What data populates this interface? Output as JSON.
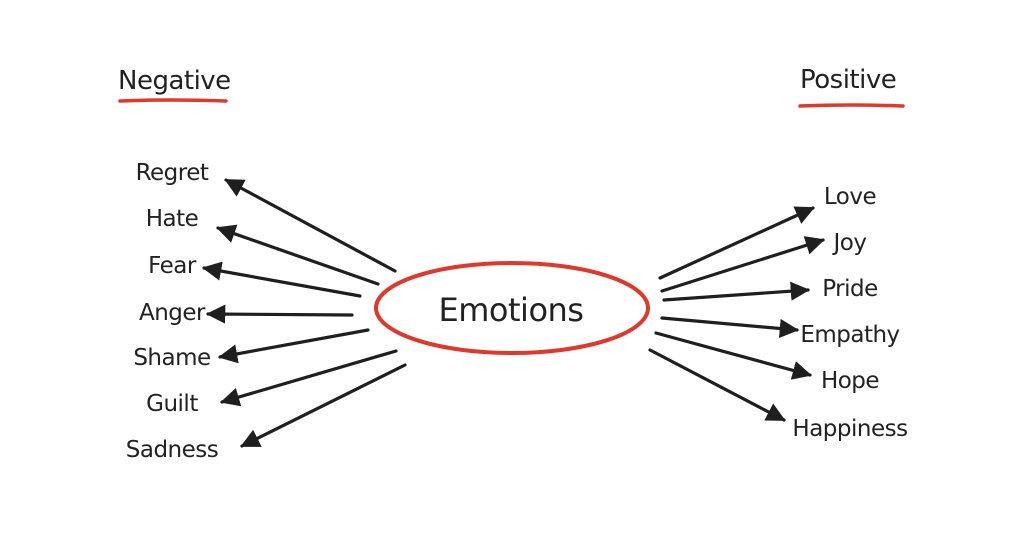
{
  "center": {
    "label": "Emotions"
  },
  "negative": {
    "heading": "Negative",
    "items": [
      "Regret",
      "Hate",
      "Fear",
      "Anger",
      "Shame",
      "Guilt",
      "Sadness"
    ]
  },
  "positive": {
    "heading": "Positive",
    "items": [
      "Love",
      "Joy",
      "Pride",
      "Empathy",
      "Hope",
      "Happiness"
    ]
  },
  "colors": {
    "accent": "#e0392b",
    "ink": "#1f1f1f"
  }
}
